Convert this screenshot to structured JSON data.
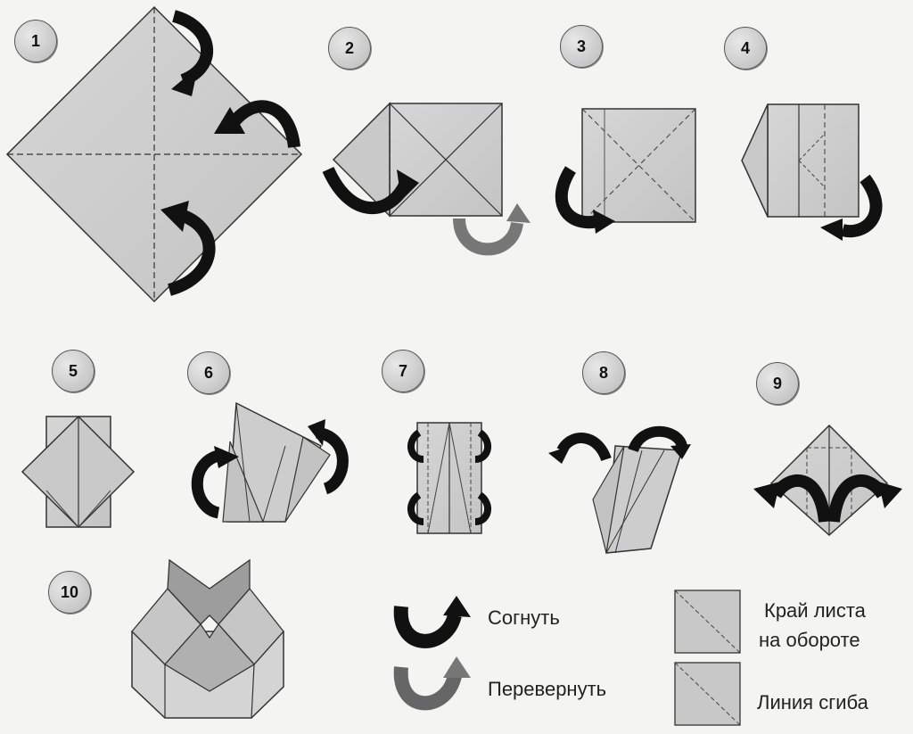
{
  "steps": [
    "1",
    "2",
    "3",
    "4",
    "5",
    "6",
    "7",
    "8",
    "9",
    "10"
  ],
  "legend": {
    "fold": "Согнуть",
    "flip": "Перевернуть",
    "edge_line1": "Край листа",
    "edge_line2": "на обороте",
    "crease": "Линия сгиба"
  },
  "colors": {
    "paper": "#cfcfcf",
    "paper_dark": "#a8a8a8",
    "arrow_fold": "#1a1a1a",
    "arrow_flip": "#8a8a8a",
    "background": "#f4f4f2"
  }
}
